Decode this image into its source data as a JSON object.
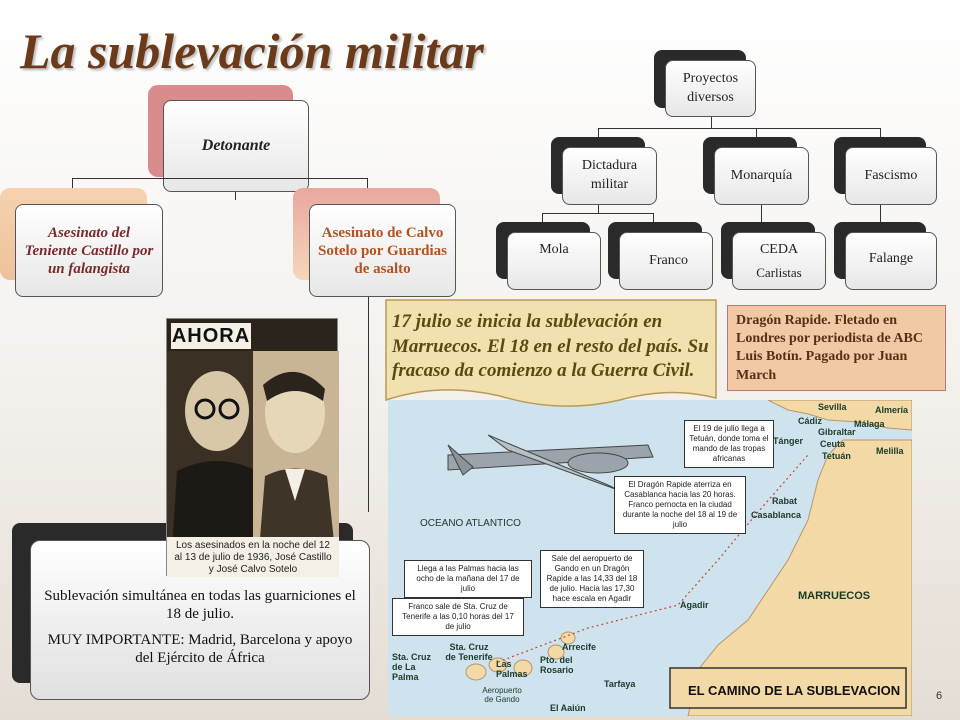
{
  "title": "La sublevación militar",
  "left_tree": {
    "root": "Detonante",
    "child_left": "Asesinato del Teniente Castillo por un falangista",
    "child_right": "Asesinato de Calvo Sotelo por Guardias de asalto"
  },
  "right_tree": {
    "root": "Proyectos diversos",
    "level1": [
      "Dictadura militar",
      "Monarquía",
      "Fascismo"
    ],
    "level2": [
      "Mola",
      "Franco",
      "CEDA",
      "Carlistas",
      "Falange"
    ]
  },
  "banner_text": "17 julio se inicia la sublevación en Marruecos. El 18 en el resto del país. Su fracaso da comienzo a la Guerra Civil.",
  "note_box": "Dragón Rapide. Fletado en Londres por periodista de ABC Luis Botín. Pagado por Juan March",
  "photo": {
    "magazine": "AHORA",
    "caption": "Los asesinados en la noche del 12 al 13 de julio de 1936, José Castillo y José Calvo Sotelo"
  },
  "plan_box": {
    "title": "EL PLAN",
    "line1": "Sublevación simultánea en todas las guarniciones el 18 de julio.",
    "line2": "MUY IMPORTANTE: Madrid, Barcelona y apoyo del Ejército de África"
  },
  "map": {
    "title": "EL CAMINO DE LA SUBLEVACION",
    "ocean": "OCEANO ATLANTICO",
    "region": "MARRUECOS",
    "cities": [
      "Sevilla",
      "Almería",
      "Cádiz",
      "Málaga",
      "Gibraltar",
      "Tánger",
      "Ceuta",
      "Tetuán",
      "Melilla",
      "Rabat",
      "Casablanca",
      "Agadir",
      "Sta. Cruz de Tenerife",
      "Sta. Cruz de La Palma",
      "Las Palmas",
      "Arrecife",
      "Pto. del Rosario",
      "Tarfaya",
      "Aeropuerto de Gando",
      "El Aaiún"
    ],
    "notes": [
      "El 19 de julio llega a Tetuán, donde toma el mando de las tropas africanas",
      "El Dragón Rapide aterriza en Casablanca hacia las 20 horas. Franco pernocta en la ciudad durante la noche del 18 al 19 de julio",
      "Llega a las Palmas hacia las ocho de la mañana del 17 de julio",
      "Sale del aeropuerto de Gando en un Dragón Rapide a las 14,33 del 18 de julio. Hacia las 17,30 hace escala en Agadir",
      "Franco sale de Sta. Cruz de Tenerife a las 0,10 horas del 17 de julio"
    ]
  },
  "page_number": "6"
}
